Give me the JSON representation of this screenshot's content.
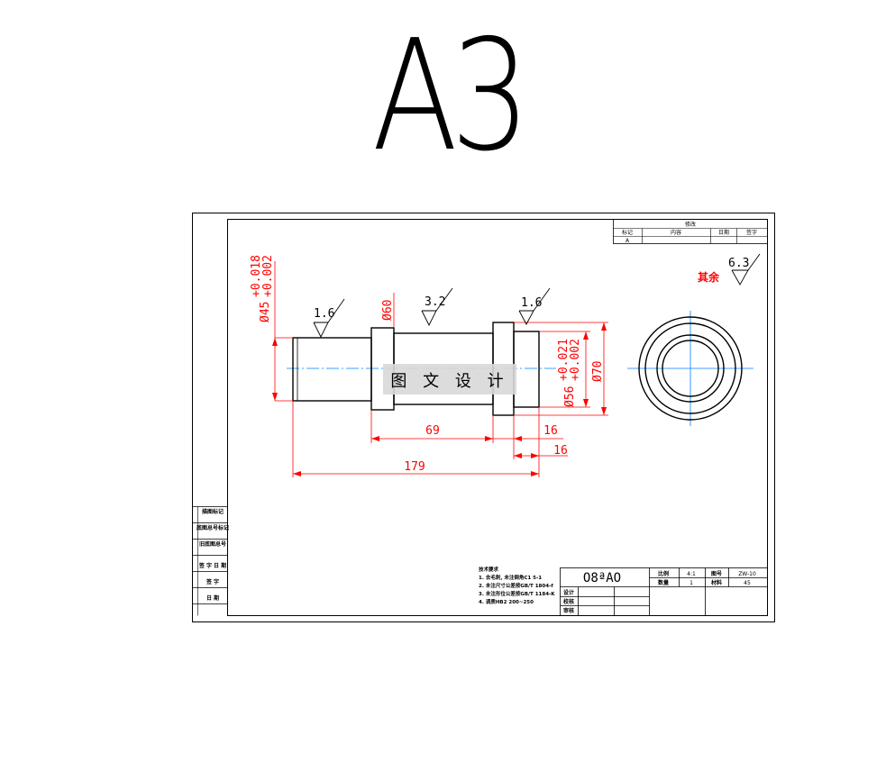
{
  "sheet_title": "A3",
  "dimensions": {
    "d45": "Ø45",
    "d45_tol_upper": "+0.018",
    "d45_tol_lower": "+0.002",
    "d60": "Ø60",
    "d56": "Ø56",
    "d56_tol_upper": "+0.021",
    "d56_tol_lower": "+0.002",
    "d70": "Ø70",
    "len_69": "69",
    "len_16a": "16",
    "len_16b": "16",
    "len_179": "179"
  },
  "roughness": {
    "r1": "1.6",
    "r2": "3.2",
    "r3": "1.6",
    "general": "6.3",
    "general_label": "其余"
  },
  "watermark": "图 文 设 计",
  "revision_table": {
    "header": "修改",
    "col1": "标记",
    "col2": "内容",
    "col3": "日期",
    "col4": "签字",
    "row1_mark": "A"
  },
  "side_labels": [
    "描图标记",
    "底图总号标记",
    "旧底图总号",
    "签 字 日 期",
    "签 字",
    "日 期"
  ],
  "tech_notes": {
    "heading": "技术要求",
    "items": [
      "1. 去毛刺, 未注倒角C1 5-1",
      "2. 未注尺寸公差按GB/T 1804-f",
      "3. 未注形位公差按GB/T 1184-K",
      "4. 调质HB2 200~250"
    ]
  },
  "title_block": {
    "part_name": "O8ªAO",
    "label_scale": "比例",
    "scale": "4:1",
    "label_drawing_no": "图号",
    "drawing_no": "ZW-10",
    "label_qty": "数量",
    "qty": "1",
    "label_material": "材料",
    "material": "45",
    "label_design": "设计",
    "label_check": "校核",
    "label_approve": "审核"
  }
}
